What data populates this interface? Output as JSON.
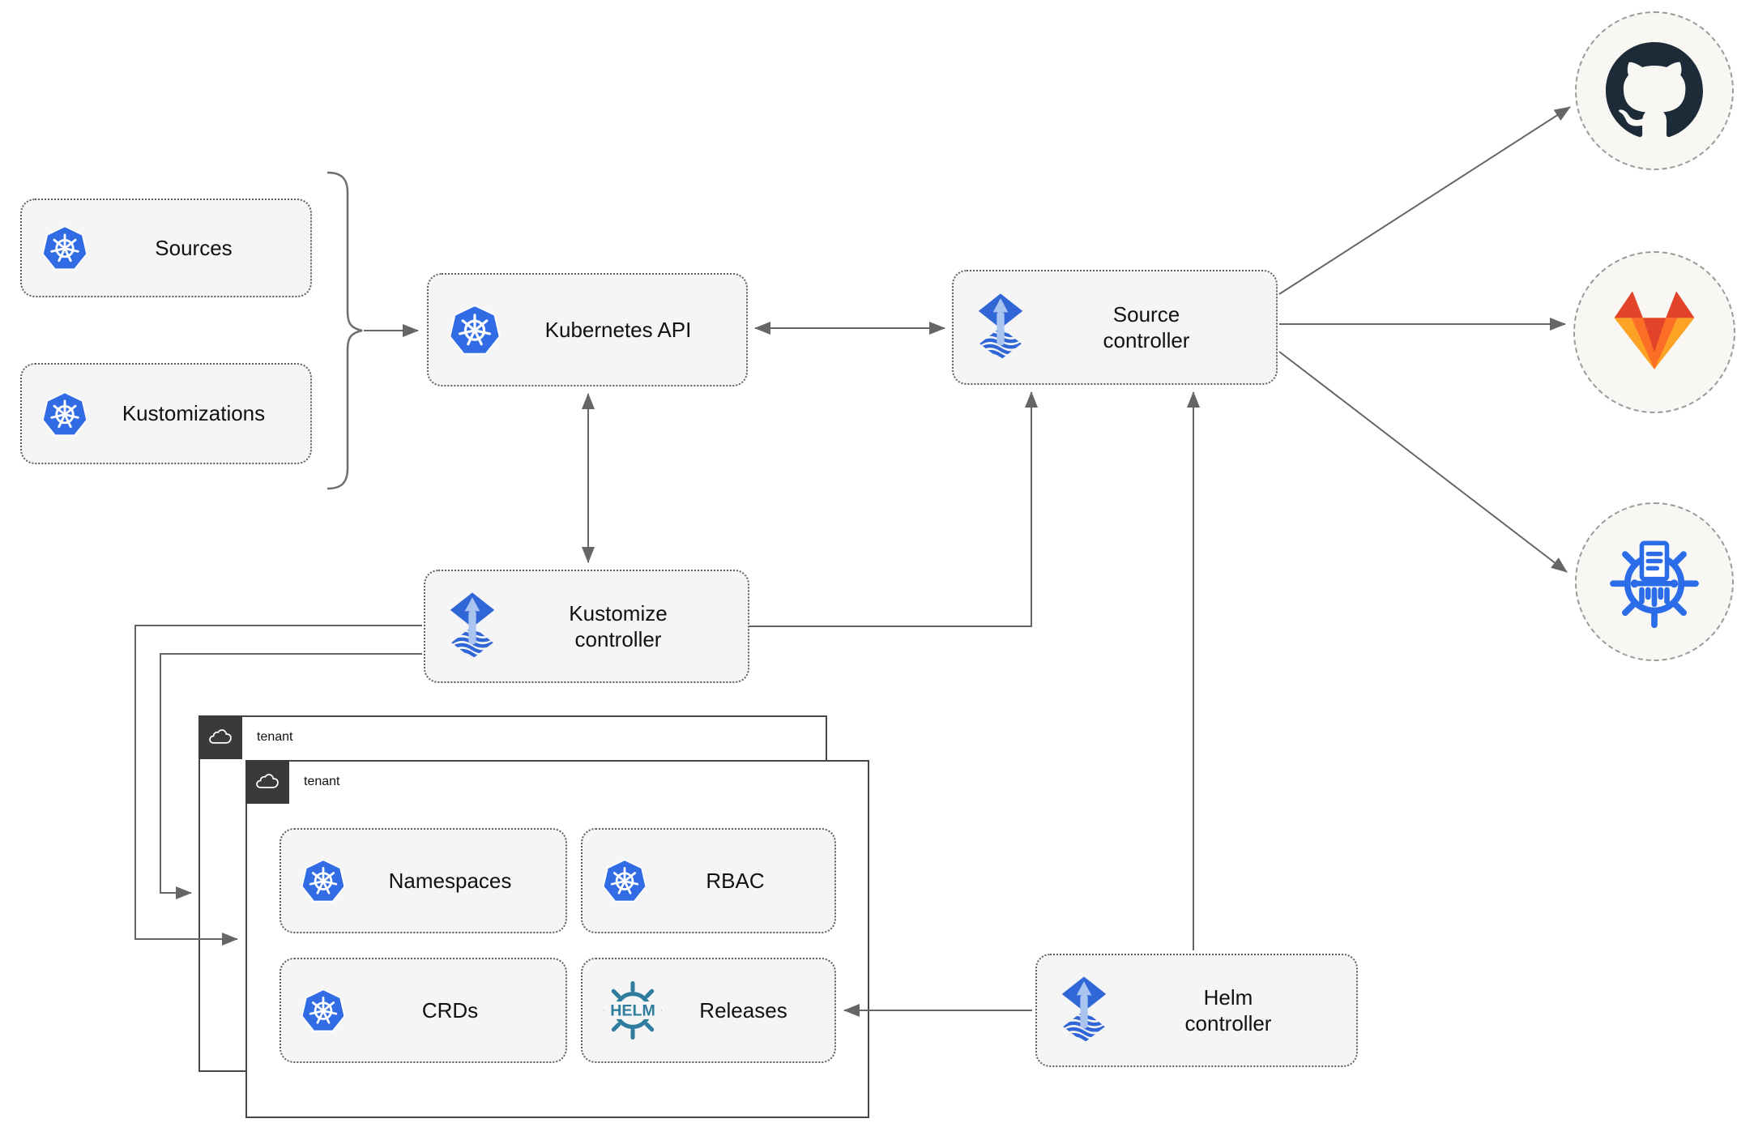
{
  "diagram": {
    "nodes": {
      "sources": "Sources",
      "kustomizations": "Kustomizations",
      "kubernetes_api": "Kubernetes API",
      "source_controller": "Source\ncontroller",
      "kustomize_controller": "Kustomize\ncontroller",
      "helm_controller": "Helm\ncontroller",
      "namespaces": "Namespaces",
      "rbac": "RBAC",
      "crds": "CRDs",
      "releases": "Releases"
    },
    "tenants": {
      "back": "tenant",
      "front": "tenant"
    },
    "icons": {
      "kubernetes": "kubernetes-logo",
      "flux": "flux-logo",
      "helm": "helm-logo",
      "helm_wordmark": "HELM",
      "github": "github-logo",
      "gitlab": "gitlab-logo",
      "registry": "container-registry-logo",
      "cloud": "cloud-icon"
    },
    "colors": {
      "kubernetes_blue": "#326ce5",
      "flux_blue": "#3166d6",
      "flux_arrow_light": "#aac4f0",
      "helm_teal": "#2e7d9e",
      "github_dark": "#1d2b38",
      "gitlab_orange_dark": "#e24329",
      "gitlab_orange": "#fc6d26",
      "gitlab_orange_light": "#fca326",
      "box_fill": "#f5f5f5",
      "line_gray": "#666666",
      "tenant_tag_bg": "#3a3a3a"
    }
  }
}
